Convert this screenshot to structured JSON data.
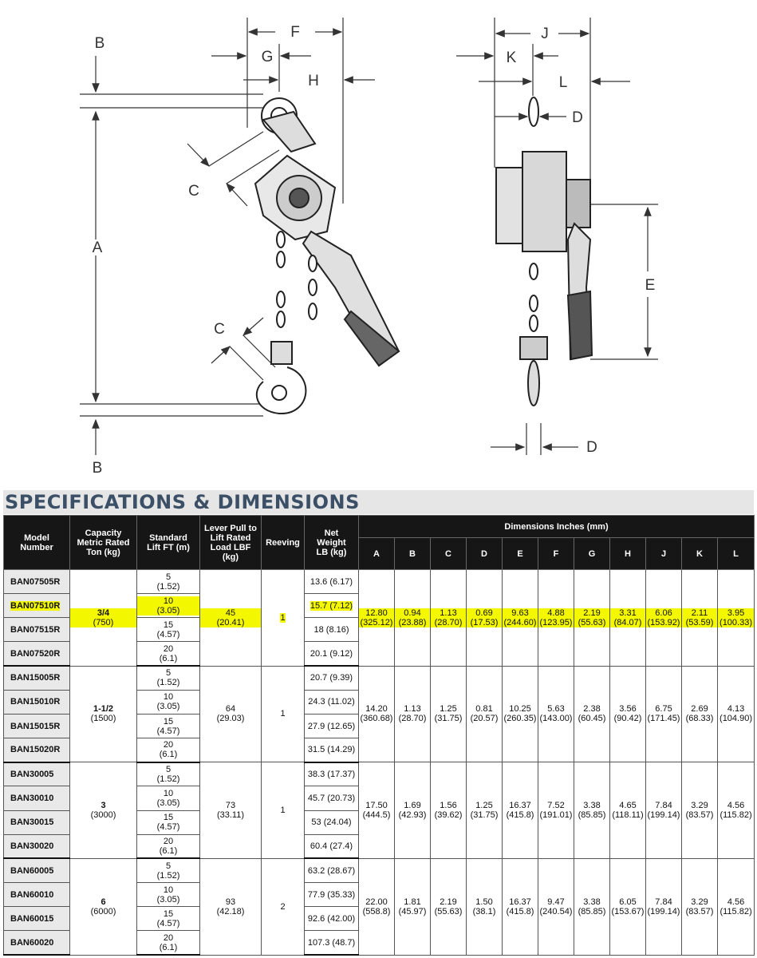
{
  "diagram": {
    "labels": [
      "A",
      "B",
      "B",
      "C",
      "C",
      "D",
      "D",
      "E",
      "F",
      "G",
      "H",
      "J",
      "K",
      "L"
    ]
  },
  "section_title": "SPECIFICATIONS & DIMENSIONS",
  "headers": {
    "model": "Model Number",
    "capacity": "Capacity Metric Rated Ton (kg)",
    "lift": "Standard Lift FT (m)",
    "lever": "Lever Pull to Lift Rated Load LBF (kg)",
    "reeving": "Reeving",
    "weight": "Net Weight LB (kg)",
    "dimensions": "Dimensions Inches (mm)",
    "dim_cols": [
      "A",
      "B",
      "C",
      "D",
      "E",
      "F",
      "G",
      "H",
      "J",
      "K",
      "L"
    ]
  },
  "groups": [
    {
      "capacity": [
        "3/4",
        "(750)"
      ],
      "lever": [
        "45",
        "(20.41)"
      ],
      "reeving": "1",
      "highlight": true,
      "dims": [
        [
          "12.80",
          "(325.12)"
        ],
        [
          "0.94",
          "(23.88)"
        ],
        [
          "1.13",
          "(28.70)"
        ],
        [
          "0.69",
          "(17.53)"
        ],
        [
          "9.63",
          "(244.60)"
        ],
        [
          "4.88",
          "(123.95)"
        ],
        [
          "2.19",
          "(55.63)"
        ],
        [
          "3.31",
          "(84.07)"
        ],
        [
          "6.06",
          "(153.92)"
        ],
        [
          "2.11",
          "(53.59)"
        ],
        [
          "3.95",
          "(100.33)"
        ]
      ],
      "rows": [
        {
          "model": "BAN07505R",
          "lift": [
            "5",
            "(1.52)"
          ],
          "weight": "13.6 (6.17)",
          "hl": false
        },
        {
          "model": "BAN07510R",
          "lift": [
            "10",
            "(3.05)"
          ],
          "weight": "15.7 (7.12)",
          "hl": true
        },
        {
          "model": "BAN07515R",
          "lift": [
            "15",
            "(4.57)"
          ],
          "weight": "18 (8.16)",
          "hl": false
        },
        {
          "model": "BAN07520R",
          "lift": [
            "20",
            "(6.1)"
          ],
          "weight": "20.1 (9.12)",
          "hl": false
        }
      ]
    },
    {
      "capacity": [
        "1-1/2",
        "(1500)"
      ],
      "lever": [
        "64",
        "(29.03)"
      ],
      "reeving": "1",
      "highlight": false,
      "dims": [
        [
          "14.20",
          "(360.68)"
        ],
        [
          "1.13",
          "(28.70)"
        ],
        [
          "1.25",
          "(31.75)"
        ],
        [
          "0.81",
          "(20.57)"
        ],
        [
          "10.25",
          "(260.35)"
        ],
        [
          "5.63",
          "(143.00)"
        ],
        [
          "2.38",
          "(60.45)"
        ],
        [
          "3.56",
          "(90.42)"
        ],
        [
          "6.75",
          "(171.45)"
        ],
        [
          "2.69",
          "(68.33)"
        ],
        [
          "4.13",
          "(104.90)"
        ]
      ],
      "rows": [
        {
          "model": "BAN15005R",
          "lift": [
            "5",
            "(1.52)"
          ],
          "weight": "20.7 (9.39)",
          "hl": false
        },
        {
          "model": "BAN15010R",
          "lift": [
            "10",
            "(3.05)"
          ],
          "weight": "24.3 (11.02)",
          "hl": false
        },
        {
          "model": "BAN15015R",
          "lift": [
            "15",
            "(4.57)"
          ],
          "weight": "27.9 (12.65)",
          "hl": false
        },
        {
          "model": "BAN15020R",
          "lift": [
            "20",
            "(6.1)"
          ],
          "weight": "31.5 (14.29)",
          "hl": false
        }
      ]
    },
    {
      "capacity": [
        "3",
        "(3000)"
      ],
      "lever": [
        "73",
        "(33.11)"
      ],
      "reeving": "1",
      "highlight": false,
      "dims": [
        [
          "17.50",
          "(444.5)"
        ],
        [
          "1.69",
          "(42.93)"
        ],
        [
          "1.56",
          "(39.62)"
        ],
        [
          "1.25",
          "(31.75)"
        ],
        [
          "16.37",
          "(415.8)"
        ],
        [
          "7.52",
          "(191.01)"
        ],
        [
          "3.38",
          "(85.85)"
        ],
        [
          "4.65",
          "(118.11)"
        ],
        [
          "7.84",
          "(199.14)"
        ],
        [
          "3.29",
          "(83.57)"
        ],
        [
          "4.56",
          "(115.82)"
        ]
      ],
      "rows": [
        {
          "model": "BAN30005",
          "lift": [
            "5",
            "(1.52)"
          ],
          "weight": "38.3 (17.37)",
          "hl": false
        },
        {
          "model": "BAN30010",
          "lift": [
            "10",
            "(3.05)"
          ],
          "weight": "45.7 (20.73)",
          "hl": false
        },
        {
          "model": "BAN30015",
          "lift": [
            "15",
            "(4.57)"
          ],
          "weight": "53 (24.04)",
          "hl": false
        },
        {
          "model": "BAN30020",
          "lift": [
            "20",
            "(6.1)"
          ],
          "weight": "60.4 (27.4)",
          "hl": false
        }
      ]
    },
    {
      "capacity": [
        "6",
        "(6000)"
      ],
      "lever": [
        "93",
        "(42.18)"
      ],
      "reeving": "2",
      "highlight": false,
      "dims": [
        [
          "22.00",
          "(558.8)"
        ],
        [
          "1.81",
          "(45.97)"
        ],
        [
          "2.19",
          "(55.63)"
        ],
        [
          "1.50",
          "(38.1)"
        ],
        [
          "16.37",
          "(415.8)"
        ],
        [
          "9.47",
          "(240.54)"
        ],
        [
          "3.38",
          "(85.85)"
        ],
        [
          "6.05",
          "(153.67)"
        ],
        [
          "7.84",
          "(199.14)"
        ],
        [
          "3.29",
          "(83.57)"
        ],
        [
          "4.56",
          "(115.82)"
        ]
      ],
      "rows": [
        {
          "model": "BAN60005",
          "lift": [
            "5",
            "(1.52)"
          ],
          "weight": "63.2 (28.67)",
          "hl": false
        },
        {
          "model": "BAN60010",
          "lift": [
            "10",
            "(3.05)"
          ],
          "weight": "77.9 (35.33)",
          "hl": false
        },
        {
          "model": "BAN60015",
          "lift": [
            "15",
            "(4.57)"
          ],
          "weight": "92.6 (42.00)",
          "hl": false
        },
        {
          "model": "BAN60020",
          "lift": [
            "20",
            "(6.1)"
          ],
          "weight": "107.3 (48.7)",
          "hl": false
        }
      ]
    }
  ]
}
